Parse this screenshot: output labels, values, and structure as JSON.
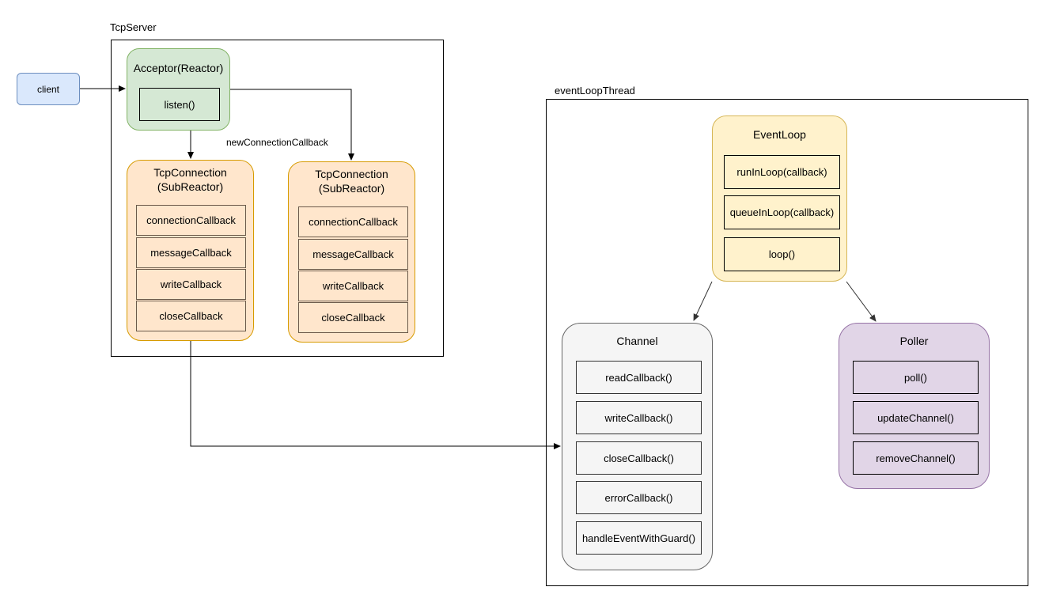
{
  "tcpserver": {
    "label": "TcpServer"
  },
  "client": {
    "label": "client"
  },
  "acceptor": {
    "title": "Acceptor(Reactor)",
    "method": "listen()"
  },
  "edge_label": "newConnectionCallback",
  "tcpconnection_1": {
    "title_line1": "TcpConnection",
    "title_line2": "(SubReactor)",
    "items": [
      "connectionCallback",
      "messageCallback",
      "writeCallback",
      "closeCallback"
    ]
  },
  "tcpconnection_2": {
    "title_line1": "TcpConnection",
    "title_line2": "(SubReactor)",
    "items": [
      "connectionCallback",
      "messageCallback",
      "writeCallback",
      "closeCallback"
    ]
  },
  "eventloopthread": {
    "label": "eventLoopThread"
  },
  "eventloop": {
    "title": "EventLoop",
    "items": [
      "runInLoop(callback)",
      "queueInLoop(callback)",
      "loop()"
    ]
  },
  "channel": {
    "title": "Channel",
    "items": [
      "readCallback()",
      "writeCallback()",
      "closeCallback()",
      "errorCallback()",
      "handleEventWithGuard()"
    ]
  },
  "poller": {
    "title": "Poller",
    "items": [
      "poll()",
      "updateChannel()",
      "removeChannel()"
    ]
  },
  "colors": {
    "green": "#d5e8d4",
    "orange": "#ffe6cc",
    "yellow": "#fff2cc",
    "gray": "#f5f5f5",
    "purple": "#e1d5e7",
    "blue": "#dae8fc"
  }
}
